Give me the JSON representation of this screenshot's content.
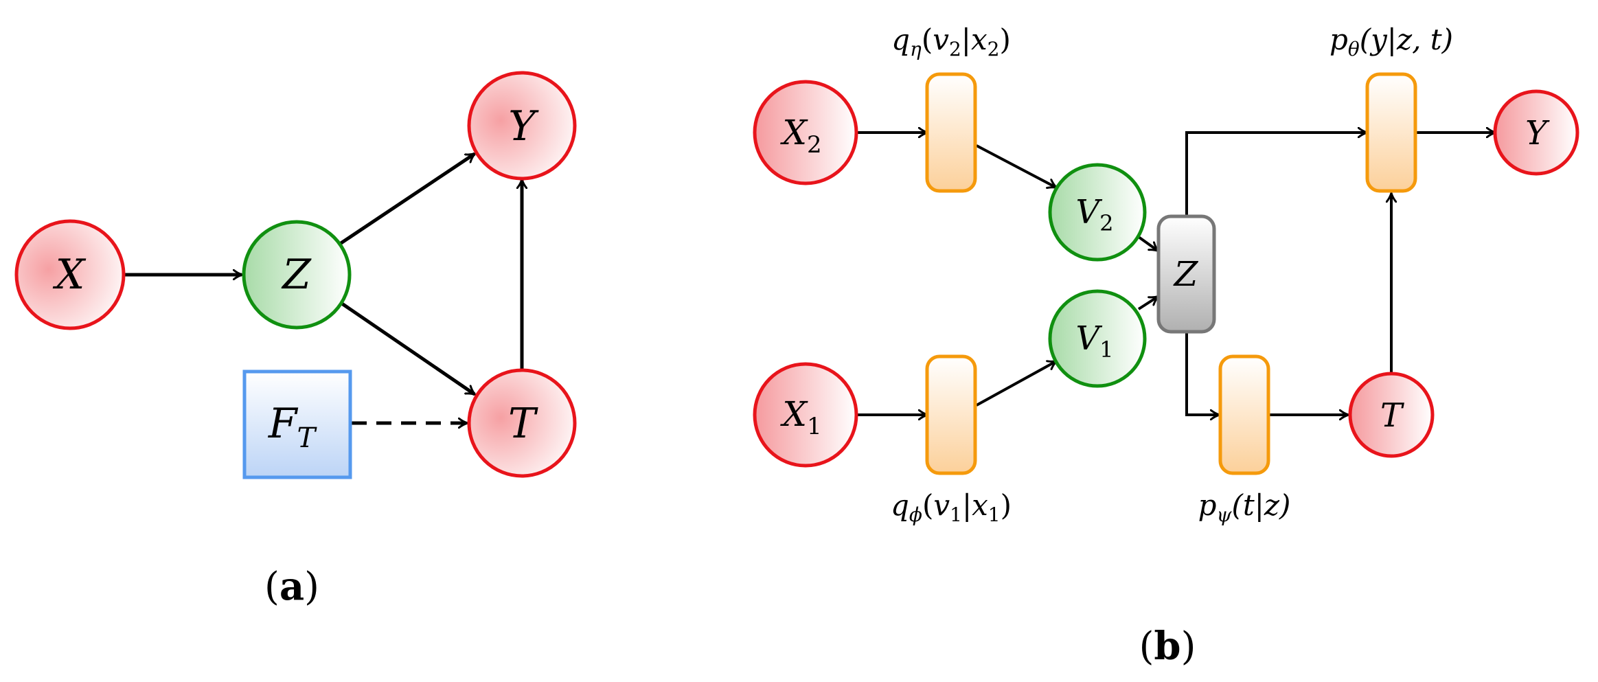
{
  "panel_a": {
    "caption_open": "(",
    "caption_letter": "a",
    "caption_close": ")",
    "nodes": {
      "x": "X",
      "z": "Z",
      "y": "Y",
      "t": "T",
      "ft_main": "F",
      "ft_sub": "T"
    }
  },
  "panel_b": {
    "caption_open": "(",
    "caption_letter": "b",
    "caption_close": ")",
    "nodes": {
      "x2_main": "X",
      "x2_sub": "2",
      "x1_main": "X",
      "x1_sub": "1",
      "v2_main": "V",
      "v2_sub": "2",
      "v1_main": "V",
      "v1_sub": "1",
      "z": "Z",
      "t": "T",
      "y": "Y"
    },
    "labels": {
      "q_eta": {
        "f": "q",
        "sub": "η",
        "args": "(v",
        "a_sub": "2",
        "mid": "|x",
        "b_sub": "2",
        "end": ")"
      },
      "q_phi": {
        "f": "q",
        "sub": "ϕ",
        "args": "(v",
        "a_sub": "1",
        "mid": "|x",
        "b_sub": "1",
        "end": ")"
      },
      "p_theta": {
        "f": "p",
        "sub": "θ",
        "args": "(y|z, t)"
      },
      "p_psi": {
        "f": "p",
        "sub": "ψ",
        "args": "(t|z)"
      }
    }
  },
  "colors": {
    "observed_stroke": "#e8141b",
    "latent_stroke": "#109010",
    "feature_stroke": "#5599ee",
    "encoder_stroke": "#f59a0c",
    "z_stroke": "#777777",
    "arrow": "#000000"
  }
}
